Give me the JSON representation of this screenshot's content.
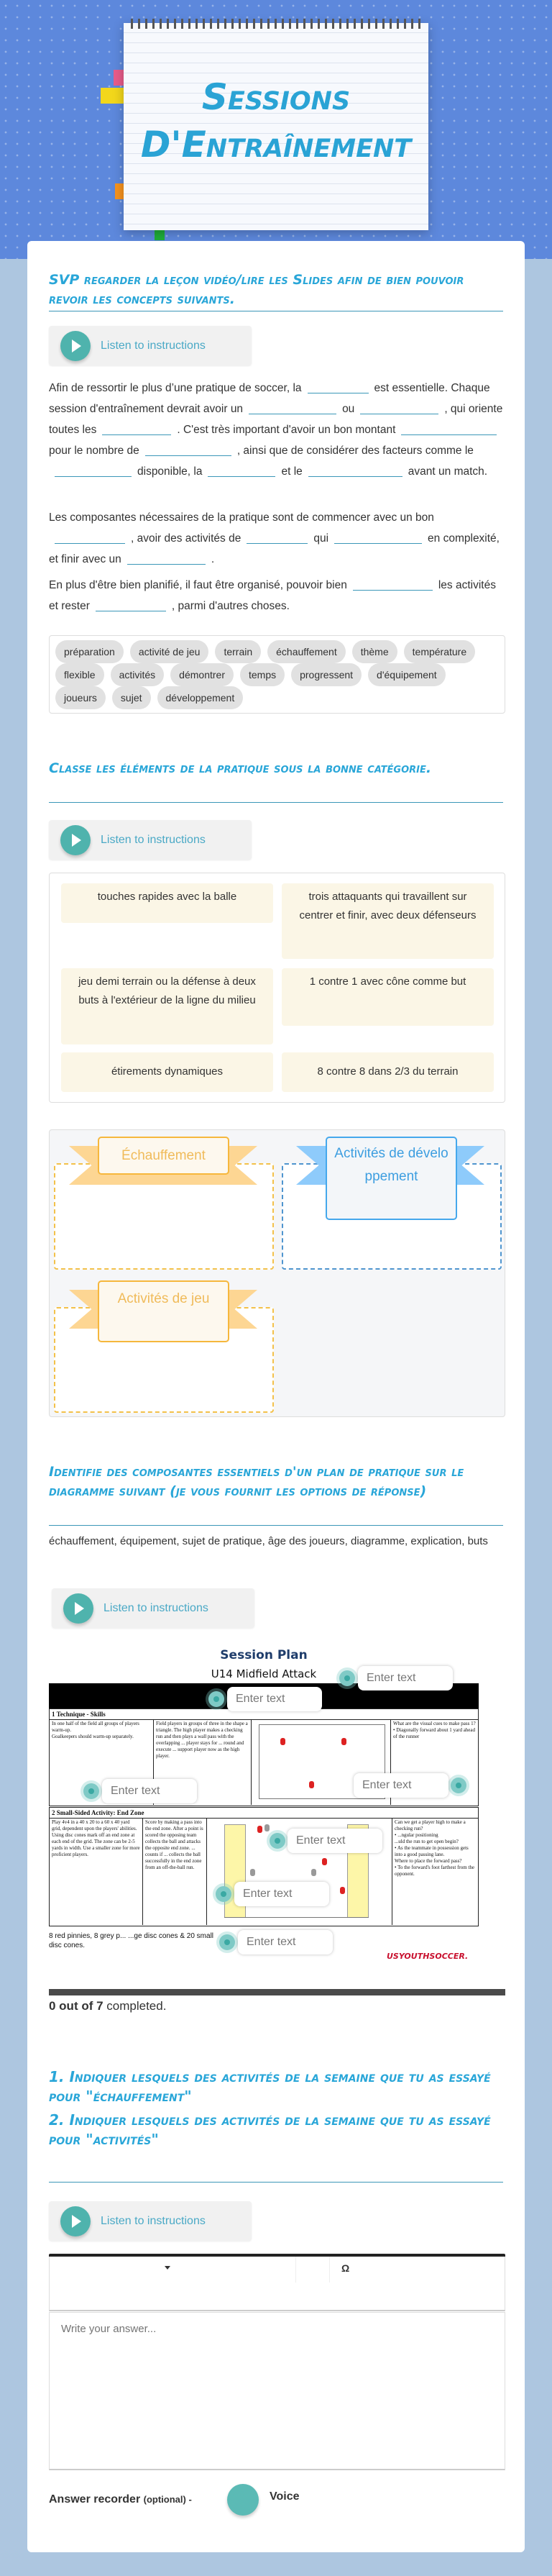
{
  "header": {
    "title_line1": "Sessions",
    "title_line2": "D'Entraînement"
  },
  "colors": {
    "accent": "#29a6d8",
    "play": "#4fb3ad",
    "hero": "#5d88dc",
    "page": "#adc6e0"
  },
  "listen_label": "Listen to instructions",
  "section1": {
    "heading": "SVP regarder la leçon vidéo/lire les Slides afin de bien pouvoir revoir les concepts suivants.",
    "paragraphs": [
      [
        "Afin de ressortir le plus d’une pratique de soccer, la",
        "est essentielle. Chaque session d'entraînement devrait avoir un",
        "ou",
        ", qui oriente toutes les",
        ". C'est très important d'avoir un bon montant",
        "pour le nombre de",
        ", ainsi que de considérer des facteurs comme le",
        "disponible, la",
        "et le",
        "avant un match."
      ],
      [
        "Les composantes nécessaires de la pratique sont de commencer avec un bon",
        ", avoir des activités de",
        "qui",
        "en complexité, et finir avec un",
        "."
      ],
      [
        "En plus d'être bien planifié, il faut être organisé, pouvoir bien",
        "les activités et rester",
        ", parmi d'autres choses."
      ]
    ],
    "tags": [
      "préparation",
      "activité de jeu",
      "terrain",
      "échauffement",
      "thème",
      "température",
      "flexible",
      "activités",
      "démontrer",
      "temps",
      "progressent",
      "d'équipement",
      "joueurs",
      "sujet",
      "développement"
    ]
  },
  "section2": {
    "heading": "Classe les éléments de la pratique sous la bonne catégorie.",
    "cards": [
      "touches rapides avec la balle",
      "trois attaquants qui travaillent sur centrer et finir, avec deux défenseurs",
      "jeu demi terrain ou la défense à deux buts à l'extérieur de la ligne du milieu",
      "1 contre 1 avec cône comme but",
      "étirements dynamiques",
      "8 contre 8 dans 2/3 du terrain"
    ],
    "categories": [
      "Échauffement",
      "Activités de développement",
      "Activités de jeu"
    ]
  },
  "section3": {
    "heading": "Identifie des composantes essentiels d'un plan de pratique sur le diagramme suivant (je vous fournit les options de réponse)",
    "options": "échauffement, équipement, sujet de pratique, âge des joueurs, diagramme, explication, buts",
    "plan": {
      "title": "Session Plan",
      "subtitle": "U14 Midfield Attack",
      "row1_header": "1 Technique - Skills",
      "row1": [
        "In one half of the field all groups of players warm-up.\nGoalkeepers should warm-up separately.",
        "Field players in groups of three in the shape a triangle. The high player makes a checking run and then plays a wall pass with the overlapping ... player stays for ... round and execute ... support player now as the high player.",
        "What are the visual cues to make pass 1?\n• Diagonally forward about 1 yard ahead of the runner"
      ],
      "row2_header": "2 Small-Sided Activity: End Zone",
      "row2": [
        "Play 4v4 in a 40 x 20 to a 60 x 40 yard grid, dependent upon the players' abilities. Using disc cones mark off an end zone at each end of the grid. The zone can be 2-5 yards in width. Use a smaller zone for more proficient players.",
        "Score by making a pass into the end zone. After a point is scored the opposing team collects the ball and attacks the opposite end zone. ... counts if ... collects the ball successfully in the end zone from an off-the-ball run.",
        "Can we get a player high to make a checking run?\n• ...ngular positioning\n...uld the run to get open begin?\n• As the teammate in possession gets into a good passing lane.\nWhere to place the forward pass?\n• To the forward's foot farthest from the opponent."
      ],
      "equipment": "8 red pinnies, 8 grey p... ...ge disc cones & 20 small disc cones.",
      "logo": "USYOUTHSOCCER."
    },
    "hotspot_placeholder": "Enter text",
    "progress": {
      "done": "0 out of 7",
      "suffix": " completed.",
      "completed": 0,
      "total": 7
    }
  },
  "section4": {
    "heading1": "1. Indiquer lesquels des activités de la semaine que tu as essayé pour \"échauffement\"",
    "heading2": "2. Indiquer lesquels des activités de la semaine que tu as essayé pour \"activités\"",
    "toolbar": {
      "omega": "Ω"
    },
    "answer_placeholder": "Write your answer...",
    "recorder_label": "Answer recorder",
    "recorder_optional": "(optional) -",
    "voice_label": "Voice"
  }
}
